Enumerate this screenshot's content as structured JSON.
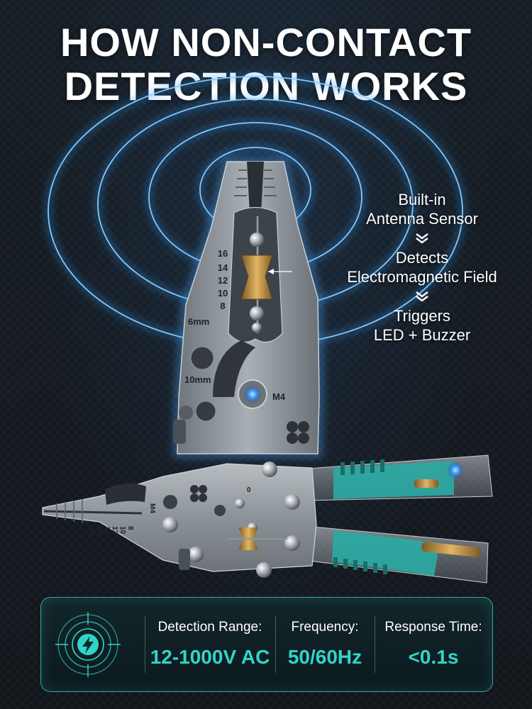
{
  "headline": {
    "line1": "HOW NON-CONTACT",
    "line2": "DETECTION WORKS"
  },
  "process_steps": [
    {
      "line1": "Built-in",
      "line2": "Antenna Sensor"
    },
    {
      "line1": "Detects",
      "line2": "Electromagnetic Field"
    },
    {
      "line1": "Triggers",
      "line2": "LED + Buzzer"
    }
  ],
  "tool_markings": {
    "gauges": [
      "16",
      "14",
      "12",
      "10",
      "8"
    ],
    "gauges_bottom": [
      "16",
      "14",
      "14",
      "12",
      "10",
      "8"
    ],
    "size_6mm": "6mm",
    "size_10mm": "10mm",
    "bolt": "M4",
    "bolt_bottom": "M4",
    "scale_zero": "0"
  },
  "specs": [
    {
      "label": "Detection Range:",
      "value": "12-1000V AC"
    },
    {
      "label": "Frequency:",
      "value": "50/60Hz"
    },
    {
      "label": "Response Time:",
      "value": "<0.1s"
    }
  ],
  "colors": {
    "accent_teal": "#33d4c8",
    "wave_blue": "#2b8ee8",
    "background": "#141a20",
    "handle_teal": "#2ba9a3"
  },
  "icons": {
    "spec_badge": "lightning-target-icon",
    "step_arrow": "double-chevron-down-icon"
  }
}
